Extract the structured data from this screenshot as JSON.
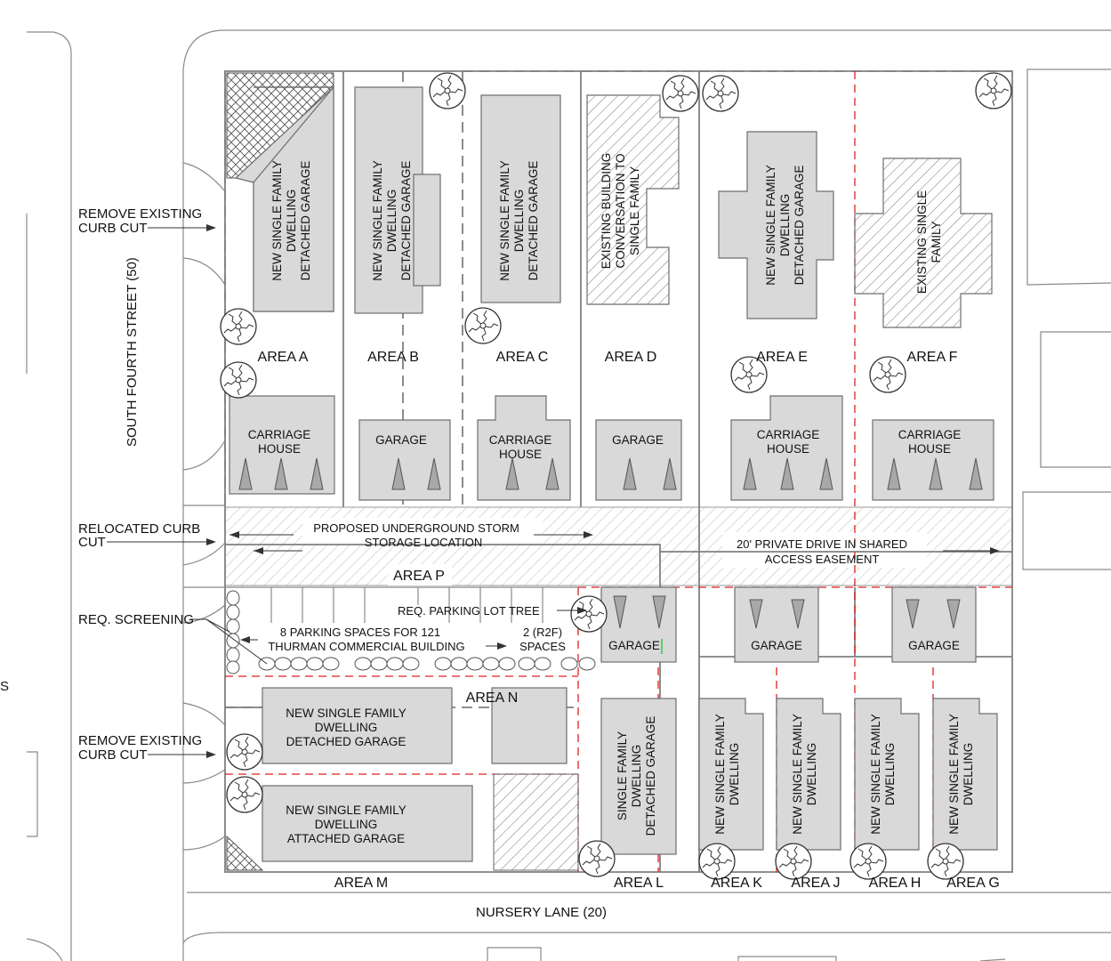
{
  "streets": {
    "south_fourth": "SOUTH FOURTH STREET (50)",
    "nursery_lane": "NURSERY LANE (20)",
    "left_edge_letter": "S"
  },
  "callouts": {
    "remove_curb_top": [
      "REMOVE EXISTING",
      "CURB CUT"
    ],
    "relocated_curb": [
      "RELOCATED CURB",
      "CUT"
    ],
    "req_screening": "REQ. SCREENING",
    "remove_curb_bottom": [
      "REMOVE EXISTING",
      "CURB CUT"
    ],
    "storm": [
      "PROPOSED UNDERGROUND STORM",
      "STORAGE LOCATION"
    ],
    "private_drive": [
      "20' PRIVATE DRIVE IN SHARED",
      "ACCESS EASEMENT"
    ],
    "parking_tree": "REQ. PARKING LOT TREE",
    "parking_spaces": [
      "8 PARKING SPACES FOR 121",
      "THURMAN COMMERCIAL BUILDING"
    ],
    "r2f_spaces": [
      "2 (R2F)",
      "SPACES"
    ]
  },
  "areas": {
    "a": "AREA A",
    "b": "AREA B",
    "c": "AREA C",
    "d": "AREA D",
    "e": "AREA E",
    "f": "AREA F",
    "p": "AREA P",
    "n": "AREA N",
    "m": "AREA M",
    "l": "AREA L",
    "k": "AREA K",
    "j": "AREA J",
    "h": "AREA H",
    "g": "AREA G"
  },
  "buildings": {
    "house_a": [
      "NEW SINGLE FAMILY",
      "DWELLING",
      "DETACHED GARAGE"
    ],
    "house_b": [
      "NEW SINGLE FAMILY",
      "DWELLING",
      "DETACHED GARAGE"
    ],
    "house_c": [
      "NEW SINGLE FAMILY",
      "DWELLING",
      "DETACHED GARAGE"
    ],
    "house_d": [
      "EXISTING BUILDING",
      "CONVERSATION TO",
      "SINGLE FAMILY"
    ],
    "house_e": [
      "NEW SINGLE FAMILY",
      "DWELLING",
      "DETACHED GARAGE"
    ],
    "house_f": [
      "EXISTING SINGLE",
      "FAMILY"
    ],
    "carriage_a": [
      "CARRIAGE",
      "HOUSE"
    ],
    "garage_b": "GARAGE",
    "carriage_c": [
      "CARRIAGE",
      "HOUSE"
    ],
    "garage_d": "GARAGE",
    "carriage_e": [
      "CARRIAGE",
      "HOUSE"
    ],
    "carriage_f": [
      "CARRIAGE",
      "HOUSE"
    ],
    "garage_l": "GARAGE",
    "garage_jk": "GARAGE",
    "garage_gh": "GARAGE",
    "house_n": [
      "NEW SINGLE FAMILY",
      "DWELLING",
      "DETACHED GARAGE"
    ],
    "house_m": [
      "NEW SINGLE FAMILY",
      "DWELLING",
      "ATTACHED GARAGE"
    ],
    "house_l": [
      "SINGLE FAMILY",
      "DWELLING",
      "DETACHED GARAGE"
    ],
    "house_k": [
      "NEW SINGLE FAMILY",
      "DWELLING"
    ],
    "house_j": [
      "NEW SINGLE FAMILY",
      "DWELLING"
    ],
    "house_h": [
      "NEW SINGLE FAMILY",
      "DWELLING"
    ],
    "house_g": [
      "NEW SINGLE FAMILY",
      "DWELLING"
    ]
  }
}
